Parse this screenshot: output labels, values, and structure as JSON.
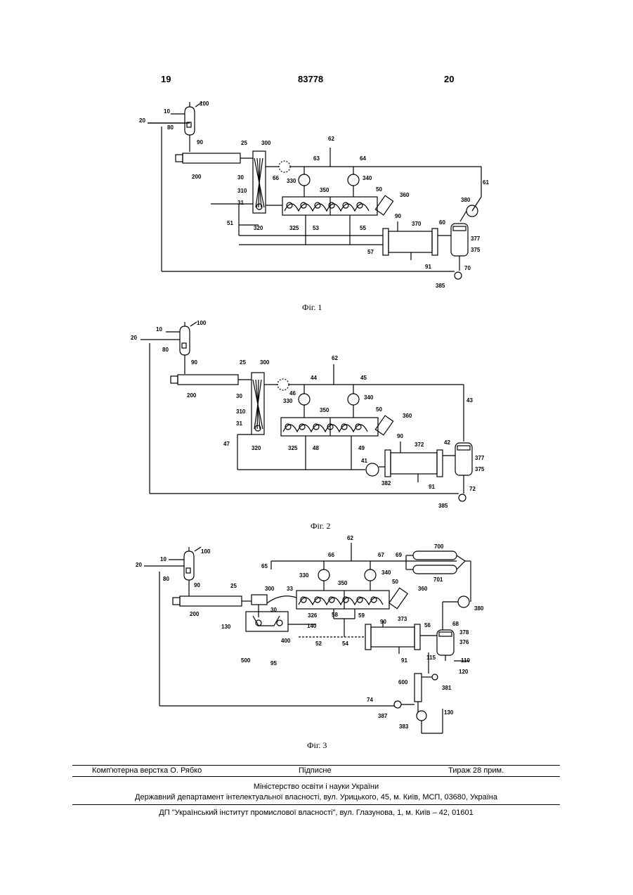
{
  "header": {
    "page_left": "19",
    "patent_number": "83778",
    "page_right": "20"
  },
  "figures": [
    {
      "caption": "Фіг. 1",
      "labels": {
        "l100": "100",
        "l10": "10",
        "l20": "20",
        "l80": "80",
        "l90": "90",
        "l25": "25",
        "l300": "300",
        "l62": "62",
        "l200": "200",
        "l30": "30",
        "l63": "63",
        "l64": "64",
        "l66": "66",
        "l330": "330",
        "l340": "340",
        "l61": "61",
        "l310": "310",
        "l350": "350",
        "l50": "50",
        "l360": "360",
        "l31": "31",
        "l380": "380",
        "l90b": "90",
        "l370": "370",
        "l60": "60",
        "l51": "51",
        "l320": "320",
        "l325": "325",
        "l53": "53",
        "l55": "55",
        "l377": "377",
        "l57": "57",
        "l375": "375",
        "l91": "91",
        "l70": "70",
        "l385": "385"
      }
    },
    {
      "caption": "Фіг. 2",
      "labels": {
        "l100": "100",
        "l10": "10",
        "l20": "20",
        "l80": "80",
        "l90": "90",
        "l25": "25",
        "l300": "300",
        "l62": "62",
        "l200": "200",
        "l30": "30",
        "l44": "44",
        "l45": "45",
        "l46": "46",
        "l330": "330",
        "l340": "340",
        "l43": "43",
        "l310": "310",
        "l350": "350",
        "l50": "50",
        "l360": "360",
        "l31": "31",
        "l90b": "90",
        "l372": "372",
        "l42": "42",
        "l47": "47",
        "l320": "320",
        "l325": "325",
        "l48": "48",
        "l49": "49",
        "l377": "377",
        "l41": "41",
        "l375": "375",
        "l382": "382",
        "l91": "91",
        "l72": "72",
        "l385": "385"
      }
    },
    {
      "caption": "Фіг. 3",
      "labels": {
        "l62": "62",
        "l100": "100",
        "l66": "66",
        "l67": "67",
        "l69": "69",
        "l700": "700",
        "l20": "20",
        "l10": "10",
        "l65": "65",
        "l330": "330",
        "l340": "340",
        "l80": "80",
        "l90": "90",
        "l350": "350",
        "l701": "701",
        "l25": "25",
        "l300": "300",
        "l33": "33",
        "l50": "50",
        "l360": "360",
        "l30": "30",
        "l200": "200",
        "l380": "380",
        "l326": "326",
        "l58": "58",
        "l59": "59",
        "l130a": "130",
        "l140": "140",
        "l90b": "90",
        "l373": "373",
        "l56": "56",
        "l68": "68",
        "l378": "378",
        "l400": "400",
        "l52": "52",
        "l54": "54",
        "l376": "376",
        "l500": "500",
        "l95": "95",
        "l91": "91",
        "l115": "115",
        "l110": "110",
        "l120": "120",
        "l600": "600",
        "l381": "381",
        "l74": "74",
        "l130b": "130",
        "l387": "387",
        "l383": "383"
      }
    }
  ],
  "footer": {
    "layout": "Комп'ютерна верстка О. Рябко",
    "signed": "Підписне",
    "circulation": "Тираж 28 прим.",
    "ministry": "Міністерство освіти і науки України",
    "department": "Державний департамент інтелектуальної власності, вул. Урицького, 45, м. Київ, МСП, 03680, Україна",
    "institute": "ДП \"Український інститут промислової власності\", вул. Глазунова, 1, м. Київ – 42, 01601"
  }
}
